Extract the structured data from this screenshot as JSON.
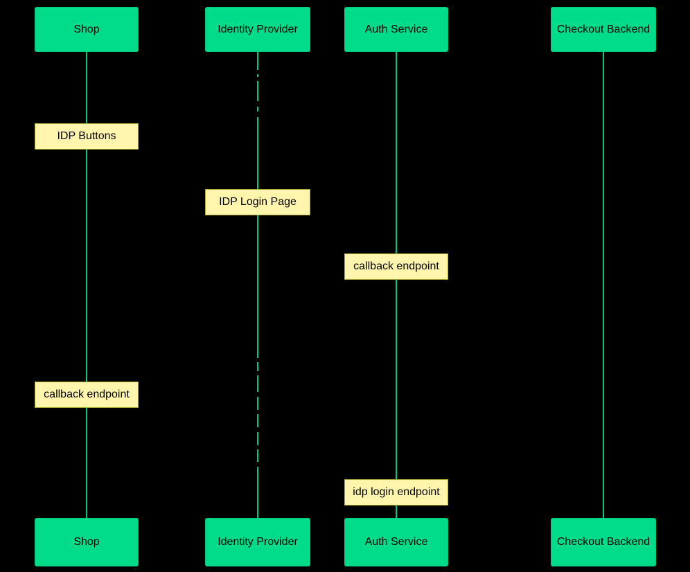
{
  "theme": {
    "background": "#000000",
    "actor-fill": "#00DC8A",
    "actor-border": "#00C97D",
    "actor-text": "#000000",
    "lifeline-color": "#00C97D",
    "note-fill": "#FFF5AD",
    "note-border": "#AAAA33",
    "note-text": "#000000"
  },
  "diagram_type": "sequence",
  "actors": [
    {
      "id": "shop",
      "label": "Shop"
    },
    {
      "id": "identity-provider",
      "label": "Identity Provider"
    },
    {
      "id": "auth-service",
      "label": "Auth Service"
    },
    {
      "id": "checkout-backend",
      "label": "Checkout Backend"
    }
  ],
  "notes": [
    {
      "id": "idp-buttons",
      "label": "IDP Buttons",
      "actor": "shop"
    },
    {
      "id": "idp-login-page",
      "label": "IDP Login Page",
      "actor": "identity-provider"
    },
    {
      "id": "callback-endpoint-auth",
      "label": "callback endpoint",
      "actor": "auth-service"
    },
    {
      "id": "callback-endpoint-shop",
      "label": "callback endpoint",
      "actor": "shop"
    },
    {
      "id": "idp-login-endpoint",
      "label": "idp login endpoint",
      "actor": "auth-service"
    }
  ]
}
